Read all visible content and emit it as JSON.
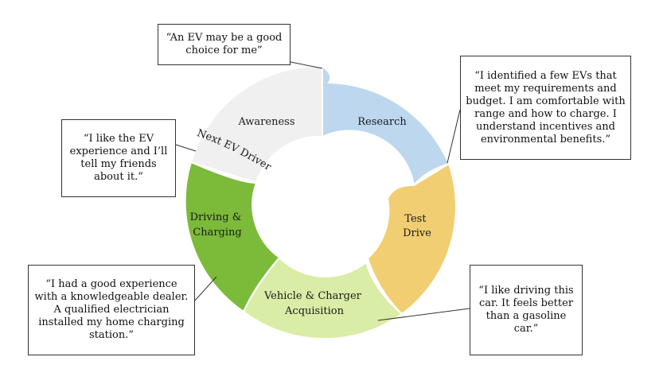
{
  "stages": [
    {
      "id": "awareness",
      "label_lines": [
        "Awareness"
      ],
      "color": "#F0F0F0"
    },
    {
      "id": "research",
      "label_lines": [
        "Research"
      ],
      "color": "#BDD7EE"
    },
    {
      "id": "test-drive",
      "label_lines": [
        "Test",
        "Drive"
      ],
      "color": "#F2CE72"
    },
    {
      "id": "vehicle-acquisition",
      "label_lines": [
        "Vehicle & Charger",
        "Acquisition"
      ],
      "color": "#D9EDA6"
    },
    {
      "id": "driving-charging",
      "label_lines": [
        "Driving &",
        "Charging"
      ],
      "color": "#7CBA3A"
    }
  ],
  "arc_label": "Next EV Driver",
  "callouts": [
    {
      "id": "awareness",
      "text": "“An EV may be a good choice for me”"
    },
    {
      "id": "research",
      "text": "“I identified a few EVs that meet my requirements and budget. I am comfortable with range and how to charge. I understand incentives and environmental benefits.”"
    },
    {
      "id": "next-ev-driver",
      "text": "“I like the EV experience and I’ll tell my friends about it.”"
    },
    {
      "id": "driving-charging",
      "text": "“I had a good experience with a knowledgeable dealer. A qualified electrician installed my home charging station.”"
    },
    {
      "id": "test-drive",
      "text": "“I like driving this car. It feels better than a gasoline car.”"
    }
  ]
}
